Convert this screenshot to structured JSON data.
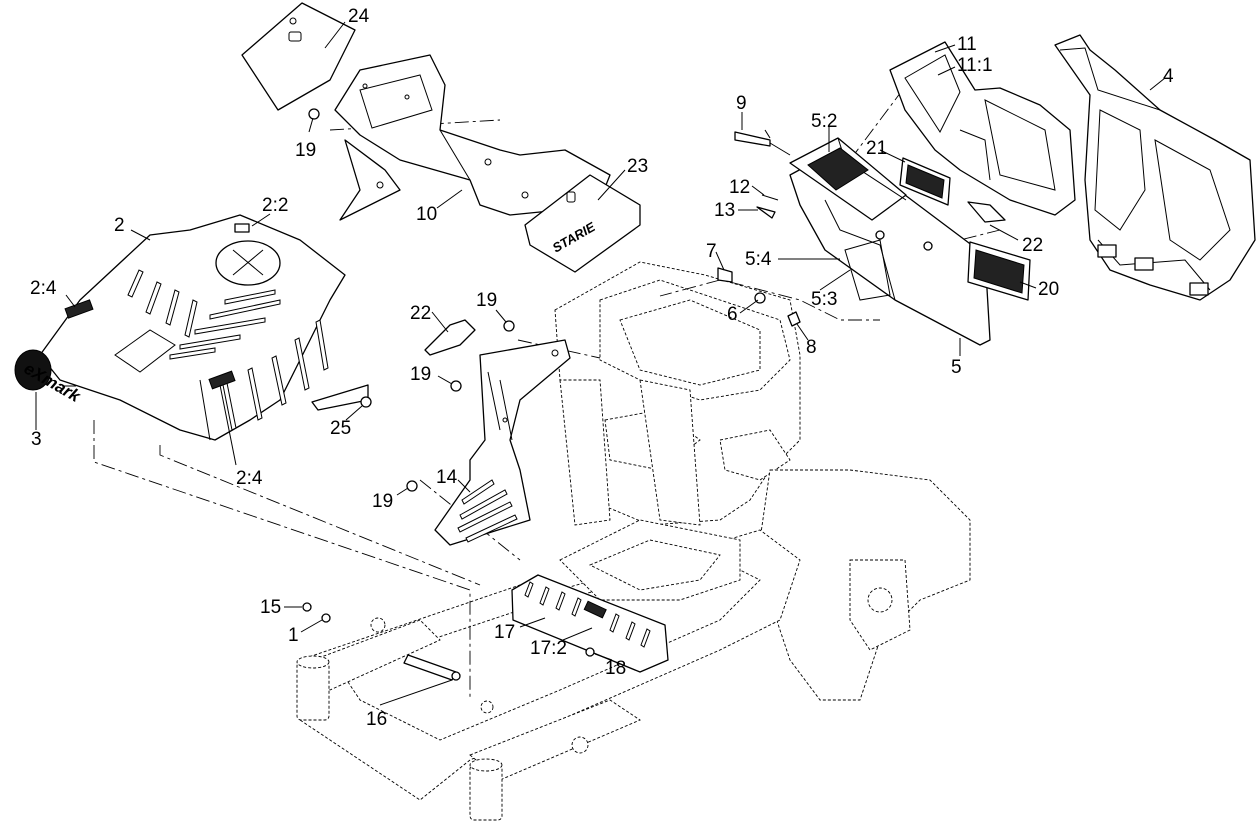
{
  "callouts": [
    {
      "id": "c24",
      "label": "24"
    },
    {
      "id": "c19a",
      "label": "19"
    },
    {
      "id": "c10",
      "label": "10"
    },
    {
      "id": "c23",
      "label": "23"
    },
    {
      "id": "c2",
      "label": "2"
    },
    {
      "id": "c2_2",
      "label": "2:2"
    },
    {
      "id": "c2_4a",
      "label": "2:4"
    },
    {
      "id": "c2_4b",
      "label": "2:4"
    },
    {
      "id": "c3",
      "label": "3"
    },
    {
      "id": "c25",
      "label": "25"
    },
    {
      "id": "c22a",
      "label": "22"
    },
    {
      "id": "c19b",
      "label": "19"
    },
    {
      "id": "c19c",
      "label": "19"
    },
    {
      "id": "c19d",
      "label": "19"
    },
    {
      "id": "c14",
      "label": "14"
    },
    {
      "id": "c9",
      "label": "9"
    },
    {
      "id": "c5_2",
      "label": "5:2"
    },
    {
      "id": "c11",
      "label": "11"
    },
    {
      "id": "c11_1",
      "label": "11:1"
    },
    {
      "id": "c4",
      "label": "4"
    },
    {
      "id": "c21",
      "label": "21"
    },
    {
      "id": "c12",
      "label": "12"
    },
    {
      "id": "c13",
      "label": "13"
    },
    {
      "id": "c22b",
      "label": "22"
    },
    {
      "id": "c7",
      "label": "7"
    },
    {
      "id": "c5_4",
      "label": "5:4"
    },
    {
      "id": "c20",
      "label": "20"
    },
    {
      "id": "c5_3",
      "label": "5:3"
    },
    {
      "id": "c6",
      "label": "6"
    },
    {
      "id": "c8",
      "label": "8"
    },
    {
      "id": "c5",
      "label": "5"
    },
    {
      "id": "c15",
      "label": "15"
    },
    {
      "id": "c1",
      "label": "1"
    },
    {
      "id": "c17",
      "label": "17"
    },
    {
      "id": "c17_2",
      "label": "17:2"
    },
    {
      "id": "c18",
      "label": "18"
    },
    {
      "id": "c16",
      "label": "16"
    }
  ],
  "decal_23": "STARIE",
  "logo_3": "eXmark"
}
